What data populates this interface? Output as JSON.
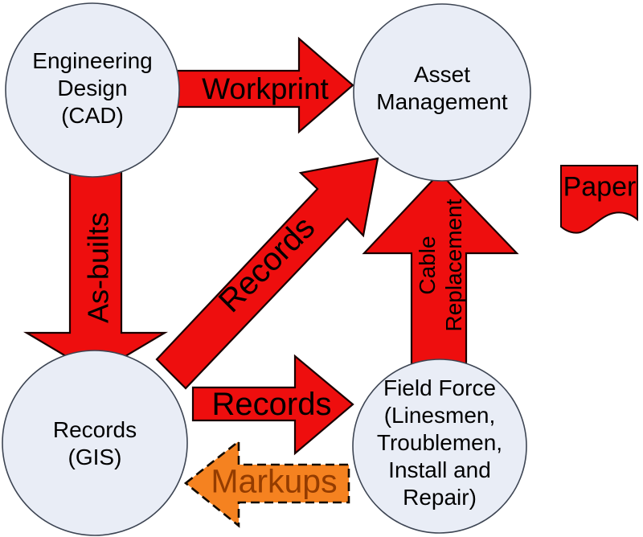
{
  "diagram": {
    "background": "#ffffff",
    "colors": {
      "node_fill": "#e9edf6",
      "node_border": "#3d4553",
      "arrow_fill": "#ee0e0e",
      "arrow_border": "#1a0000",
      "markups_fill": "#f58220",
      "markups_text": "#943c00",
      "label_text": "#000000"
    },
    "nodes": [
      {
        "id": "engineering-design-cad",
        "label": "Engineering\nDesign\n(CAD)"
      },
      {
        "id": "asset-management",
        "label": "Asset\nManagement"
      },
      {
        "id": "records-gis",
        "label": "Records\n(GIS)"
      },
      {
        "id": "field-force",
        "label": "Field Force\n(Linesmen,\nTroublemen,\nInstall and\nRepair)"
      }
    ],
    "arrows": [
      {
        "id": "workprint",
        "label": "Workprint",
        "from": "engineering-design-cad",
        "to": "asset-management",
        "direction": "right",
        "line_style": "solid",
        "fill": "#ee0e0e"
      },
      {
        "id": "as-builts",
        "label": "As-builts",
        "from": "engineering-design-cad",
        "to": "records-gis",
        "direction": "down",
        "line_style": "solid",
        "fill": "#ee0e0e"
      },
      {
        "id": "records-to-asset",
        "label": "Records",
        "from": "records-gis",
        "to": "asset-management",
        "direction": "diagonal-up-right",
        "line_style": "solid",
        "fill": "#ee0e0e"
      },
      {
        "id": "records-to-field",
        "label": "Records",
        "from": "records-gis",
        "to": "field-force",
        "direction": "right",
        "line_style": "solid",
        "fill": "#ee0e0e"
      },
      {
        "id": "cable-replacement",
        "label": "Cable\nReplacement",
        "from": "field-force",
        "to": "asset-management",
        "direction": "up",
        "line_style": "solid",
        "fill": "#ee0e0e"
      },
      {
        "id": "markups",
        "label": "Markups",
        "from": "field-force",
        "to": "records-gis",
        "direction": "left",
        "line_style": "dashed",
        "fill": "#f58220",
        "text_color": "#943c00"
      }
    ],
    "paper": {
      "id": "paper",
      "label": "Paper",
      "shape": "document",
      "fill": "#ee0e0e"
    }
  }
}
